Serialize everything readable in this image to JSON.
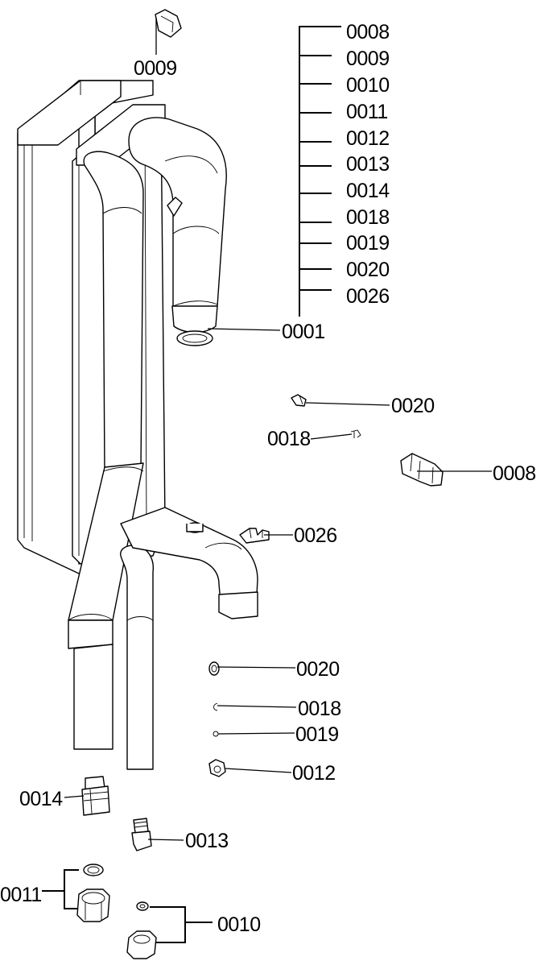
{
  "labels": {
    "assembly_list": [
      "0008",
      "0009",
      "0010",
      "0011",
      "0012",
      "0013",
      "0014",
      "0018",
      "0019",
      "0020",
      "0026"
    ],
    "main_assembly": "0001",
    "top_part": "0009",
    "right_upper": {
      "sensor": "0020",
      "clip": "0018",
      "connector": "0008",
      "bracket": "0026"
    },
    "right_lower": {
      "sensor": "0020",
      "clip": "0018",
      "seal": "0019",
      "nut": "0012"
    },
    "bottom": {
      "fitting_large": "0014",
      "fitting_small": "0013",
      "nut_seal_left": "0011",
      "nut_seal_right": "0010"
    }
  }
}
